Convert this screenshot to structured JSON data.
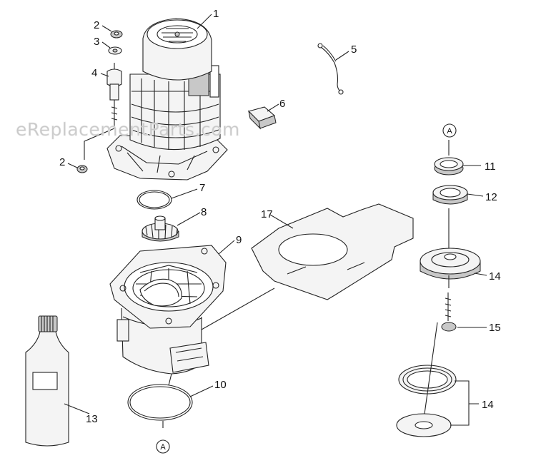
{
  "watermark": "eReplacementParts.com",
  "callouts": {
    "p1": "1",
    "p2a": "2",
    "p3": "3",
    "p4": "4",
    "p2b": "2",
    "p5": "5",
    "p6": "6",
    "p7": "7",
    "p8": "8",
    "p9": "9",
    "p10": "10",
    "p11": "11",
    "p12": "12",
    "p13": "13",
    "p14a": "14",
    "p14b": "14",
    "p15": "15",
    "p17": "17",
    "refTop": "A",
    "refBottom": "A"
  }
}
